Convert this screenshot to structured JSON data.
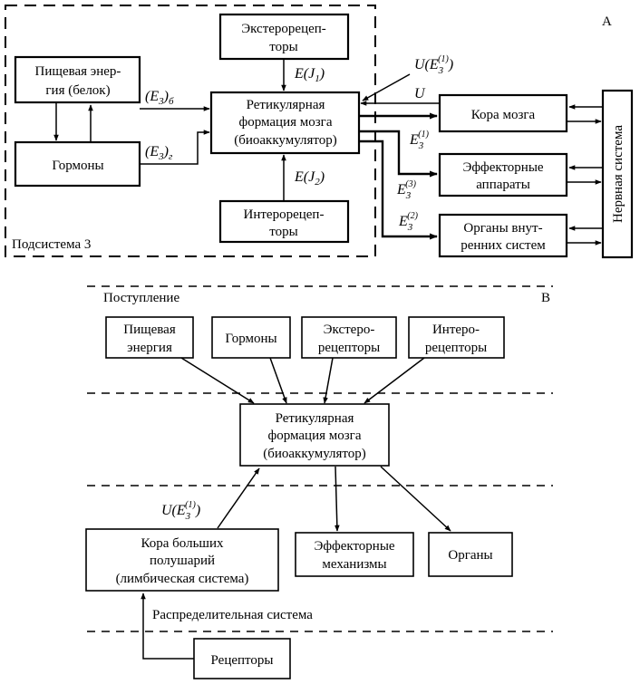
{
  "panel_a": {
    "label": "A",
    "subsystem_label": "Подсистема 3",
    "exteroceptors": [
      "Экстерорецеп-",
      "торы"
    ],
    "food_energy": [
      "Пищевая энер-",
      "гия (белок)"
    ],
    "hormones": "Гормоны",
    "reticular": [
      "Ретикулярная",
      "формация мозга",
      "(биоаккумулятор)"
    ],
    "interoceptors": [
      "Интерорецеп-",
      "торы"
    ],
    "cortex": "Кора мозга",
    "effectors": [
      "Эффекторные",
      "аппараты"
    ],
    "organs": [
      "Органы внут-",
      "ренних систем"
    ],
    "nervous_system": "Нервная система",
    "e_j1": {
      "main": "E(J",
      "sub": "1",
      "close": ")"
    },
    "e_j2": {
      "main": "E(J",
      "sub": "2",
      "close": ")"
    },
    "e3_b": {
      "open": "(E",
      "sub": "3",
      "close": ")",
      "idx": "б"
    },
    "e3_g": {
      "open": "(E",
      "sub": "3",
      "close": ")",
      "idx": "г"
    },
    "u_e31": {
      "main": "U(E",
      "sub": "3",
      "sup": "(1)",
      "close": ")"
    },
    "u": "U",
    "e31": {
      "main": "E",
      "sub": "3",
      "sup": "(1)"
    },
    "e33": {
      "main": "E",
      "sub": "3",
      "sup": "(3)"
    },
    "e32": {
      "main": "E",
      "sub": "3",
      "sup": "(2)"
    }
  },
  "panel_b": {
    "label": "B",
    "intake": "Поступление",
    "food_energy": [
      "Пищевая",
      "энергия"
    ],
    "hormones": "Гормоны",
    "exteroceptors": [
      "Экстеро-",
      "рецепторы"
    ],
    "interoceptors": [
      "Интеро-",
      "рецепторы"
    ],
    "reticular": [
      "Ретикулярная",
      "формация мозга",
      "(биоаккумулятор)"
    ],
    "u_e31": {
      "main": "U(E",
      "sub": "3",
      "sup": "(1)",
      "close": ")"
    },
    "cortex": [
      "Кора больших",
      "полушарий",
      "(лимбическая система)"
    ],
    "effectors": [
      "Эффекторные",
      "механизмы"
    ],
    "organs": "Органы",
    "distribution": "Распределительная система",
    "receptors": "Рецепторы"
  }
}
